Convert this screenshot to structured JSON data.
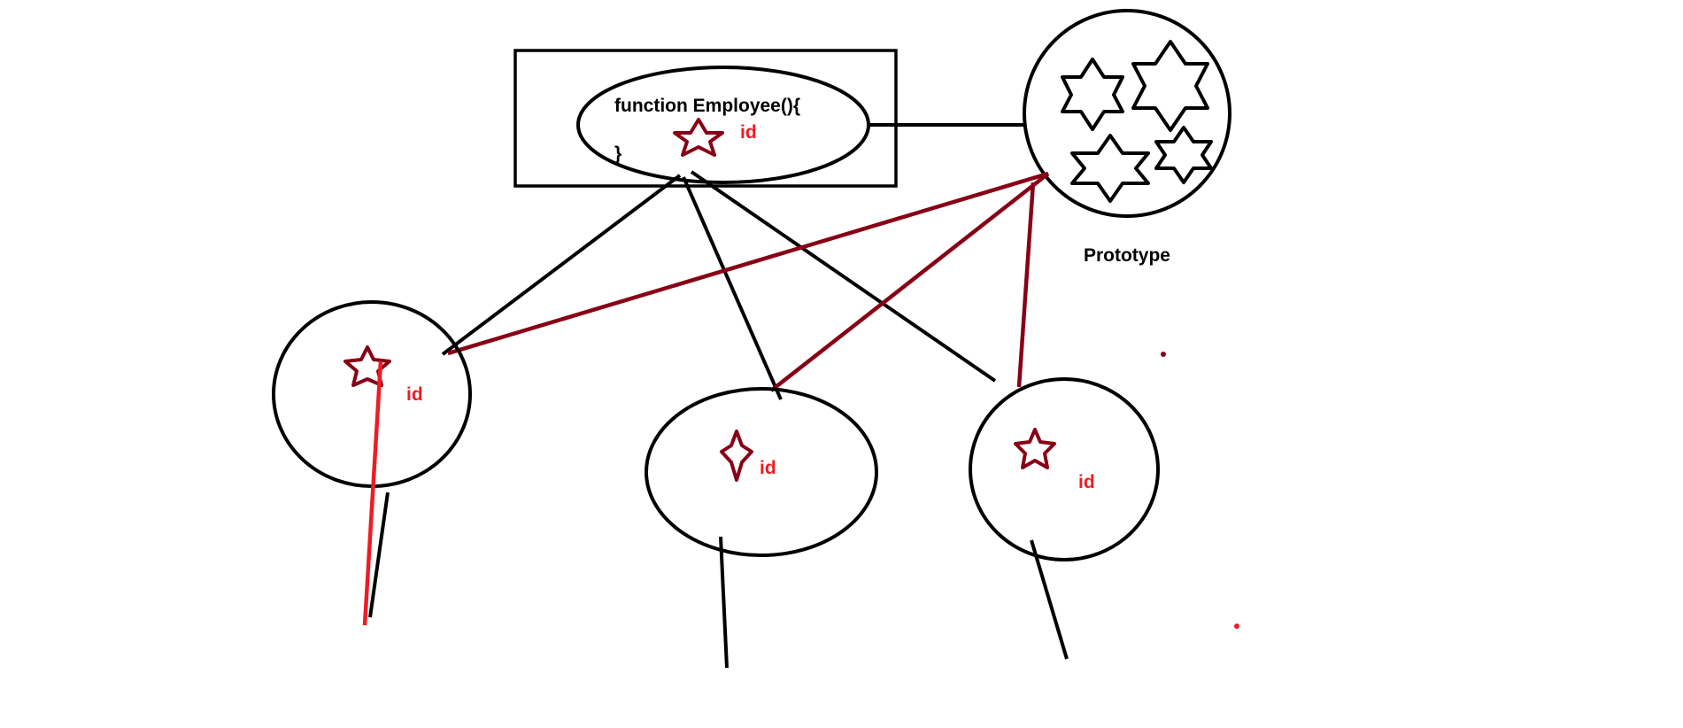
{
  "constructor_box": {
    "code_line_1": "function Employee(){",
    "code_line_2": "}",
    "property_label": "id"
  },
  "prototype": {
    "label": "Prototype",
    "icons": [
      "six-point-star-icon",
      "six-point-star-icon",
      "six-point-star-icon",
      "six-point-star-icon"
    ]
  },
  "instances": [
    {
      "property_label": "id"
    },
    {
      "property_label": "id"
    },
    {
      "property_label": "id"
    }
  ],
  "colors": {
    "outline": "#000000",
    "prototype_link": "#880015",
    "property_text": "#ed1c24",
    "star": "#880015",
    "red_line": "#ed1c24"
  }
}
